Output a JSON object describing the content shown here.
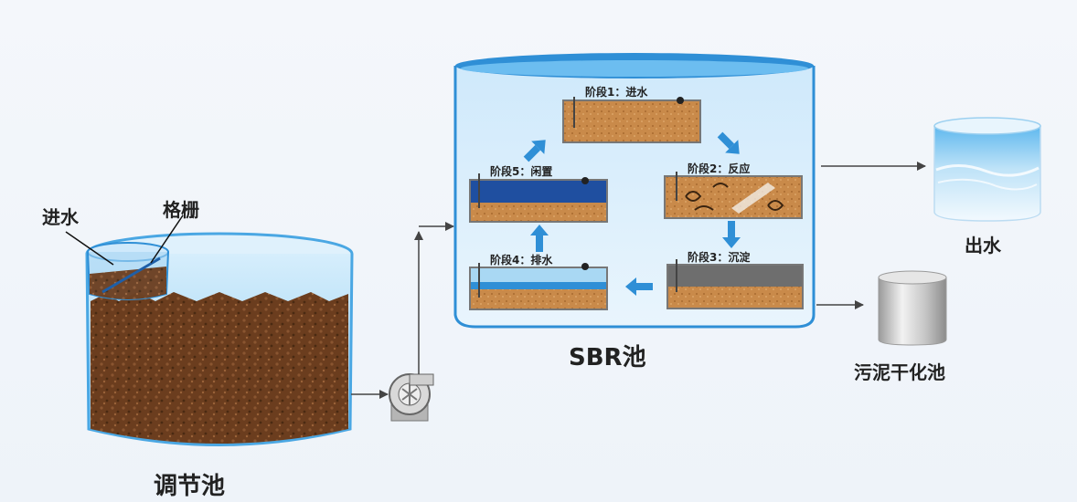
{
  "labels": {
    "inlet": "进水",
    "grille": "格栅",
    "equalization_tank": "调节池",
    "sbr_tank": "SBR池",
    "outlet": "出水",
    "sludge_drying": "污泥干化池"
  },
  "stages": [
    {
      "id": "s1",
      "label": "阶段1：进水"
    },
    {
      "id": "s2",
      "label": "阶段2：反应"
    },
    {
      "id": "s3",
      "label": "阶段3：沉淀"
    },
    {
      "id": "s4",
      "label": "阶段4：排水"
    },
    {
      "id": "s5",
      "label": "阶段5：闲置"
    }
  ],
  "colors": {
    "water_blue": "#3fa4e6",
    "arrow_blue": "#2f8fd6",
    "sludge_brown": "#6b3d1e",
    "sludge_orange": "#c98a4a",
    "settled_gray": "#6e6e6e",
    "deep_blue": "#1f4fa0"
  }
}
